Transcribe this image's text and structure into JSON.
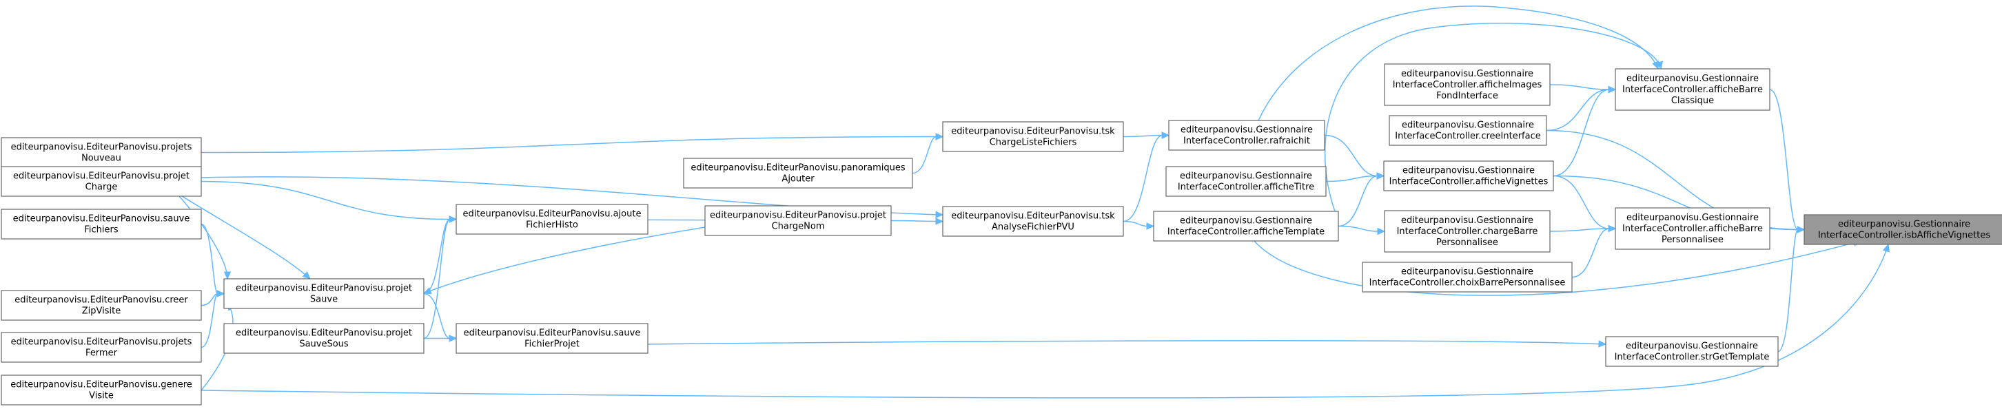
{
  "graph": {
    "accent_color": "#63b8ff",
    "node_border_color": "#666666",
    "focus_fill_color": "#999999",
    "nodes": [
      {
        "id": "isb",
        "lines": [
          "editeurpanovisu.Gestionnaire",
          "InterfaceController.isbAfficheVignettes"
        ],
        "focus": true
      },
      {
        "id": "afficheBarreClassique",
        "lines": [
          "editeurpanovisu.Gestionnaire",
          "InterfaceController.afficheBarre",
          "Classique"
        ]
      },
      {
        "id": "afficheBarrePerso",
        "lines": [
          "editeurpanovisu.Gestionnaire",
          "InterfaceController.afficheBarre",
          "Personnalisee"
        ]
      },
      {
        "id": "strGetTemplate",
        "lines": [
          "editeurpanovisu.Gestionnaire",
          "InterfaceController.strGetTemplate"
        ]
      },
      {
        "id": "afficheImagesFond",
        "lines": [
          "editeurpanovisu.Gestionnaire",
          "InterfaceController.afficheImages",
          "FondInterface"
        ]
      },
      {
        "id": "creeInterface",
        "lines": [
          "editeurpanovisu.Gestionnaire",
          "InterfaceController.creeInterface"
        ]
      },
      {
        "id": "afficheVignettes",
        "lines": [
          "editeurpanovisu.Gestionnaire",
          "InterfaceController.afficheVignettes"
        ]
      },
      {
        "id": "chargeBarrePerso",
        "lines": [
          "editeurpanovisu.Gestionnaire",
          "InterfaceController.chargeBarre",
          "Personnalisee"
        ]
      },
      {
        "id": "choixBarrePerso",
        "lines": [
          "editeurpanovisu.Gestionnaire",
          "InterfaceController.choixBarrePersonnalisee"
        ]
      },
      {
        "id": "rafraichit",
        "lines": [
          "editeurpanovisu.Gestionnaire",
          "InterfaceController.rafraichit"
        ]
      },
      {
        "id": "afficheTitre",
        "lines": [
          "editeurpanovisu.Gestionnaire",
          "InterfaceController.afficheTitre"
        ]
      },
      {
        "id": "afficheTemplate",
        "lines": [
          "editeurpanovisu.Gestionnaire",
          "InterfaceController.afficheTemplate"
        ]
      },
      {
        "id": "tskCharge",
        "lines": [
          "editeurpanovisu.EditeurPanovisu.tsk",
          "ChargeListeFichiers"
        ]
      },
      {
        "id": "panoAjouter",
        "lines": [
          "editeurpanovisu.EditeurPanovisu.panoramiques",
          "Ajouter"
        ]
      },
      {
        "id": "tskAnalyse",
        "lines": [
          "editeurpanovisu.EditeurPanovisu.tsk",
          "AnalyseFichierPVU"
        ]
      },
      {
        "id": "projetChargeNom",
        "lines": [
          "editeurpanovisu.EditeurPanovisu.projet",
          "ChargeNom"
        ]
      },
      {
        "id": "ajouteFichierHisto",
        "lines": [
          "editeurpanovisu.EditeurPanovisu.ajoute",
          "FichierHisto"
        ]
      },
      {
        "id": "sauveFichierProjet",
        "lines": [
          "editeurpanovisu.EditeurPanovisu.sauve",
          "FichierProjet"
        ]
      },
      {
        "id": "projetSauve",
        "lines": [
          "editeurpanovisu.EditeurPanovisu.projet",
          "Sauve"
        ]
      },
      {
        "id": "projetSauveSous",
        "lines": [
          "editeurpanovisu.EditeurPanovisu.projet",
          "SauveSous"
        ]
      },
      {
        "id": "projetsNouveau",
        "lines": [
          "editeurpanovisu.EditeurPanovisu.projets",
          "Nouveau"
        ]
      },
      {
        "id": "projetCharge",
        "lines": [
          "editeurpanovisu.EditeurPanovisu.projet",
          "Charge"
        ]
      },
      {
        "id": "sauveFichiers",
        "lines": [
          "editeurpanovisu.EditeurPanovisu.sauve",
          "Fichiers"
        ]
      },
      {
        "id": "creerZipVisite",
        "lines": [
          "editeurpanovisu.EditeurPanovisu.creer",
          "ZipVisite"
        ]
      },
      {
        "id": "projetsFermer",
        "lines": [
          "editeurpanovisu.EditeurPanovisu.projets",
          "Fermer"
        ]
      },
      {
        "id": "genereVisite",
        "lines": [
          "editeurpanovisu.EditeurPanovisu.genere",
          "Visite"
        ]
      }
    ],
    "edges": [
      {
        "from": "afficheBarreClassique",
        "to": "isb"
      },
      {
        "from": "afficheBarrePerso",
        "to": "isb"
      },
      {
        "from": "strGetTemplate",
        "to": "isb"
      },
      {
        "from": "creeInterface",
        "to": "isb"
      },
      {
        "from": "afficheVignettes",
        "to": "isb"
      },
      {
        "from": "afficheTemplate",
        "to": "isb"
      },
      {
        "from": "genereVisite",
        "to": "isb"
      },
      {
        "from": "afficheImagesFond",
        "to": "afficheBarreClassique"
      },
      {
        "from": "creeInterface",
        "to": "afficheBarreClassique"
      },
      {
        "from": "afficheVignettes",
        "to": "afficheBarreClassique"
      },
      {
        "from": "rafraichit",
        "to": "afficheBarreClassique"
      },
      {
        "from": "afficheTemplate",
        "to": "afficheBarreClassique"
      },
      {
        "from": "afficheVignettes",
        "to": "afficheBarrePerso"
      },
      {
        "from": "chargeBarrePerso",
        "to": "afficheBarrePerso"
      },
      {
        "from": "choixBarrePerso",
        "to": "afficheBarrePerso"
      },
      {
        "from": "sauveFichierProjet",
        "to": "strGetTemplate"
      },
      {
        "from": "rafraichit",
        "to": "afficheVignettes"
      },
      {
        "from": "afficheTitre",
        "to": "afficheVignettes"
      },
      {
        "from": "afficheTemplate",
        "to": "afficheVignettes"
      },
      {
        "from": "afficheTemplate",
        "to": "chargeBarrePerso"
      },
      {
        "from": "tskCharge",
        "to": "rafraichit"
      },
      {
        "from": "tskAnalyse",
        "to": "rafraichit"
      },
      {
        "from": "tskAnalyse",
        "to": "afficheTemplate"
      },
      {
        "from": "projetsNouveau",
        "to": "tskCharge"
      },
      {
        "from": "panoAjouter",
        "to": "tskCharge"
      },
      {
        "from": "projetCharge",
        "to": "tskAnalyse"
      },
      {
        "from": "projetChargeNom",
        "to": "tskAnalyse"
      },
      {
        "from": "projetChargeNom",
        "to": "ajouteFichierHisto"
      },
      {
        "from": "projetSauve",
        "to": "ajouteFichierHisto"
      },
      {
        "from": "projetCharge",
        "to": "ajouteFichierHisto"
      },
      {
        "from": "projetSauveSous",
        "to": "ajouteFichierHisto"
      },
      {
        "from": "projetChargeNom",
        "to": "projetSauve"
      },
      {
        "from": "projetSauve",
        "to": "sauveFichierProjet"
      },
      {
        "from": "projetSauveSous",
        "to": "sauveFichierProjet"
      },
      {
        "from": "projetsNouveau",
        "to": "projetSauve"
      },
      {
        "from": "projetCharge",
        "to": "projetSauve"
      },
      {
        "from": "sauveFichiers",
        "to": "projetSauve"
      },
      {
        "from": "creerZipVisite",
        "to": "projetSauve"
      },
      {
        "from": "projetsFermer",
        "to": "projetSauve"
      },
      {
        "from": "genereVisite",
        "to": "projetSauve"
      }
    ]
  }
}
